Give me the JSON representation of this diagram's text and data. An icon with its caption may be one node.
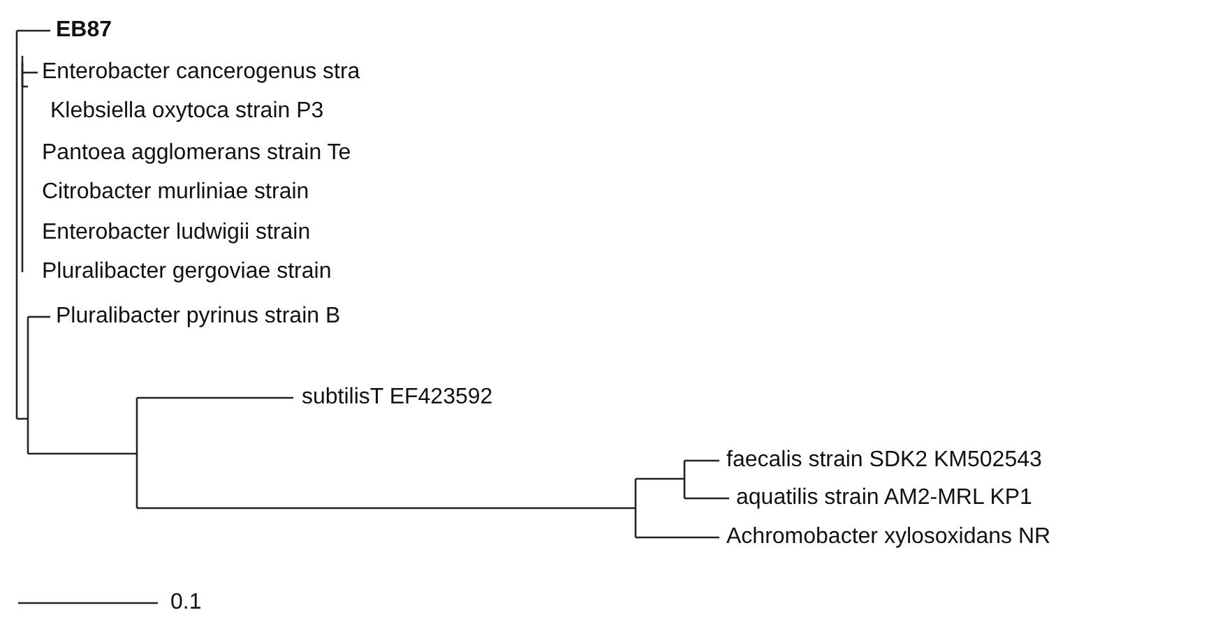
{
  "diagram": {
    "nodes": [
      {
        "text": [
          "EB87"
        ]
      },
      {
        "text": [
          "Enterobacter cancerogenus stra"
        ]
      },
      {
        "text": [
          "Klebsiella oxytoca strain P3"
        ]
      },
      {
        "text": [
          "Pantoea agglomerans strain Te"
        ]
      },
      {
        "text": [
          "Citrobacter murliniae strain"
        ]
      },
      {
        "text": [
          "Enterobacter ludwigii strain"
        ]
      },
      {
        "text": [
          "Pluralibacter gergoviae strain"
        ]
      },
      {
        "text": [
          "Pluralibacter pyrinus strain B"
        ]
      },
      {
        "text": [
          "subtilisT EF423592"
        ]
      },
      {
        "text": [
          "faecalis strain SDK2 KM502543"
        ]
      },
      {
        "text": [
          "aquatilis strain AM2-MRL KP1"
        ]
      },
      {
        "text": [
          "Achromobacter xylosoxidans NR"
        ]
      }
    ],
    "labels": [
      "0.1"
    ]
  }
}
